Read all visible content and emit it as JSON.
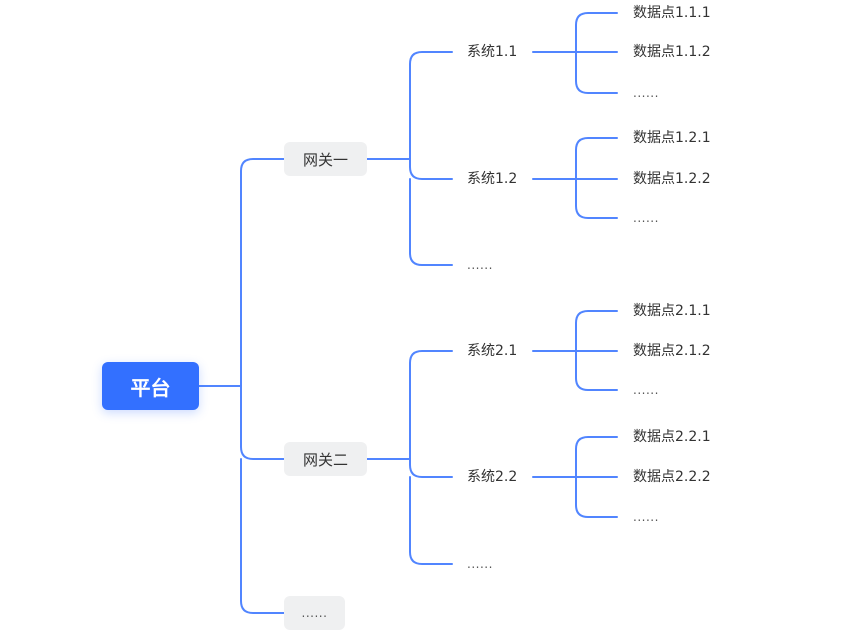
{
  "diagram": {
    "title": "",
    "line_color": "#3370FF",
    "root": {
      "label": "平台",
      "color": "#3370FF",
      "text_color": "#FFFFFF"
    },
    "gateways": [
      {
        "label": "网关一",
        "systems": [
          {
            "label": "系统1.1",
            "datapoints": [
              "数据点1.1.1",
              "数据点1.1.2",
              "......"
            ]
          },
          {
            "label": "系统1.2",
            "datapoints": [
              "数据点1.2.1",
              "数据点1.2.2",
              "......"
            ]
          },
          {
            "label": "......",
            "datapoints": []
          }
        ]
      },
      {
        "label": "网关二",
        "systems": [
          {
            "label": "系统2.1",
            "datapoints": [
              "数据点2.1.1",
              "数据点2.1.2",
              "......"
            ]
          },
          {
            "label": "系统2.2",
            "datapoints": [
              "数据点2.2.1",
              "数据点2.2.2",
              "......"
            ]
          },
          {
            "label": "......",
            "datapoints": []
          }
        ]
      },
      {
        "label": "......",
        "systems": []
      }
    ]
  }
}
